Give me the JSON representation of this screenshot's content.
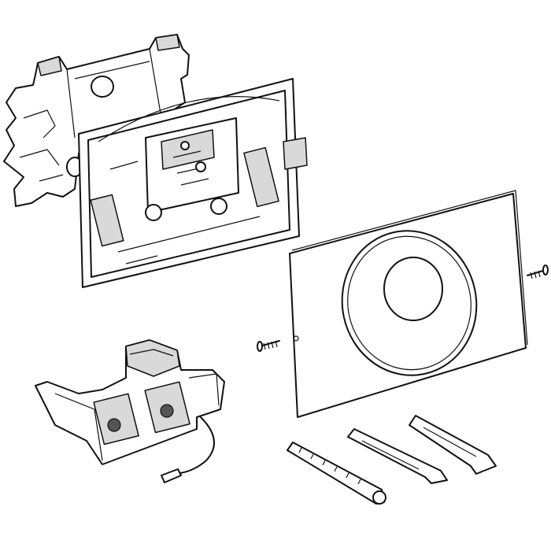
{
  "drawing": {
    "line_color": "#111111",
    "background": "#ffffff",
    "fill_shade": "#d9d9d9",
    "parts": [
      "back-frame",
      "mounting-frame",
      "flush-plate",
      "fixing-screws",
      "control-unit",
      "fixing-rods"
    ]
  }
}
